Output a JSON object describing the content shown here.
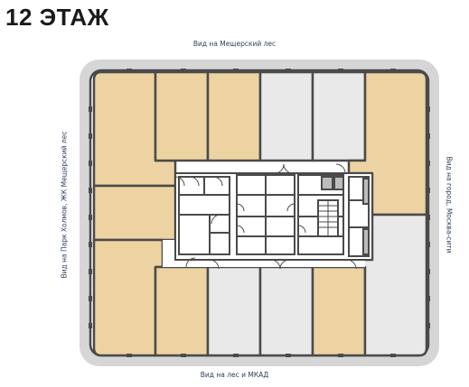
{
  "floor_title": "12 ЭТАЖ",
  "views": {
    "top": "Вид на Мещерский лес",
    "bottom": "Вид на лес и МКАД",
    "left": "Вид на Парк Холмов, ЖК Мещерский лес",
    "right": "Вид на город, Москва-сити"
  },
  "colors": {
    "occupied": "#ecd3a1",
    "available": "#e9e9e9",
    "core": "#ffffff",
    "wall": "#4a4a4a",
    "frame": "#d6d6d6",
    "label": "#2e3f5c"
  },
  "units": [
    {
      "id": "unit-north-1",
      "status": "occupied"
    },
    {
      "id": "unit-north-2",
      "status": "occupied"
    },
    {
      "id": "unit-north-3",
      "status": "occupied"
    },
    {
      "id": "unit-north-4",
      "status": "available"
    },
    {
      "id": "unit-north-5",
      "status": "available"
    },
    {
      "id": "unit-northeast",
      "status": "occupied"
    },
    {
      "id": "unit-west-upper",
      "status": "occupied"
    },
    {
      "id": "unit-west-lower",
      "status": "occupied"
    },
    {
      "id": "unit-south-1",
      "status": "occupied"
    },
    {
      "id": "unit-south-2",
      "status": "available"
    },
    {
      "id": "unit-south-3",
      "status": "available"
    },
    {
      "id": "unit-south-4",
      "status": "occupied"
    },
    {
      "id": "unit-east-lower",
      "status": "available"
    }
  ]
}
